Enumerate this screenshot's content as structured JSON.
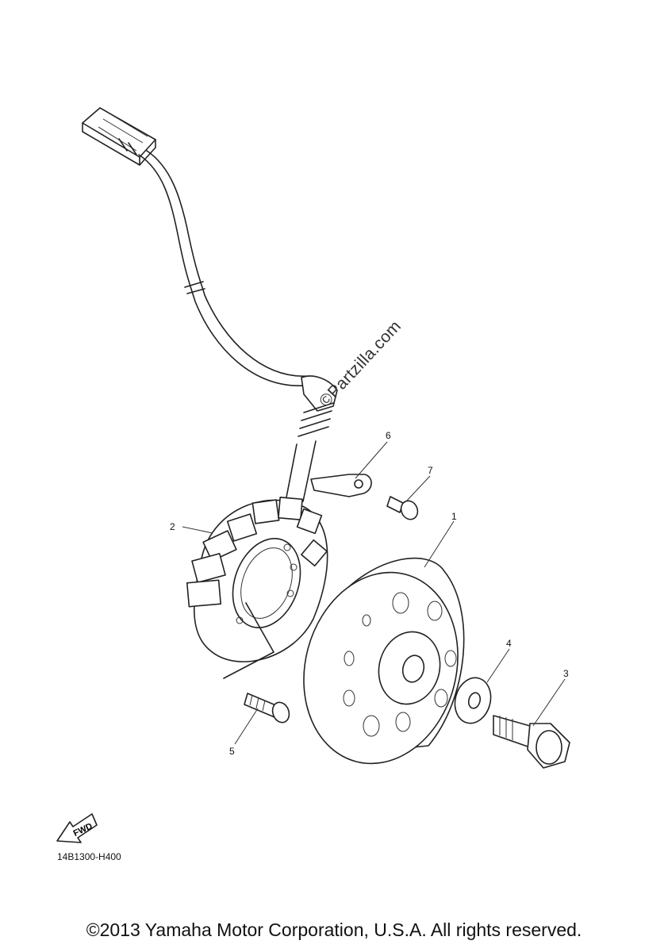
{
  "diagram": {
    "watermark": "©Partzilla.com",
    "fwd_badge": "FWD",
    "reference_code": "14B1300-H400",
    "copyright": "©2013 Yamaha Motor Corporation, U.S.A. All rights reserved.",
    "callouts": [
      {
        "label": "1",
        "part": "rotor"
      },
      {
        "label": "2",
        "part": "stator"
      },
      {
        "label": "3",
        "part": "bolt"
      },
      {
        "label": "4",
        "part": "washer"
      },
      {
        "label": "5",
        "part": "screw"
      },
      {
        "label": "6",
        "part": "clamp"
      },
      {
        "label": "7",
        "part": "screw"
      }
    ]
  }
}
